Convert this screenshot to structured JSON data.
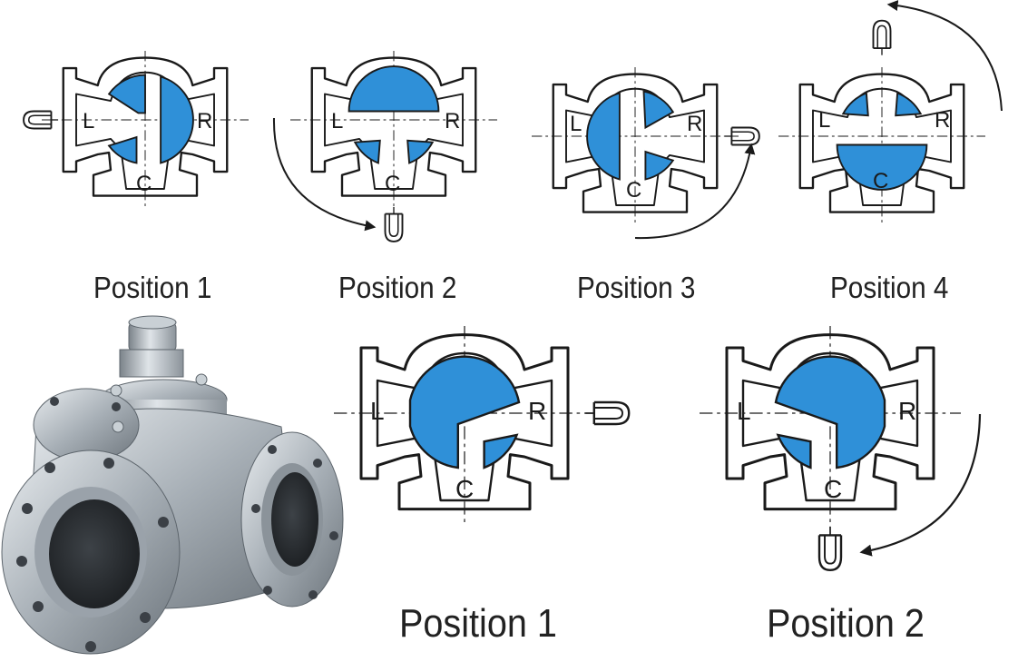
{
  "colors": {
    "ball": "#2f90d8",
    "outline": "#1a1a1a",
    "background": "#ffffff",
    "metal": "#9aa2aa"
  },
  "port_labels": {
    "left": "L",
    "right": "R",
    "center": "C"
  },
  "top_row": {
    "diagrams": [
      {
        "caption": "Position 1",
        "handle": "left"
      },
      {
        "caption": "Position 2",
        "handle": "bottom"
      },
      {
        "caption": "Position 3",
        "handle": "right"
      },
      {
        "caption": "Position 4",
        "handle": "top"
      }
    ]
  },
  "bottom_row": {
    "diagrams": [
      {
        "caption": "Position 1",
        "handle": "right"
      },
      {
        "caption": "Position 2",
        "handle": "bottom"
      }
    ]
  },
  "photo": {
    "icon": "three-way-ball-valve-photo"
  }
}
